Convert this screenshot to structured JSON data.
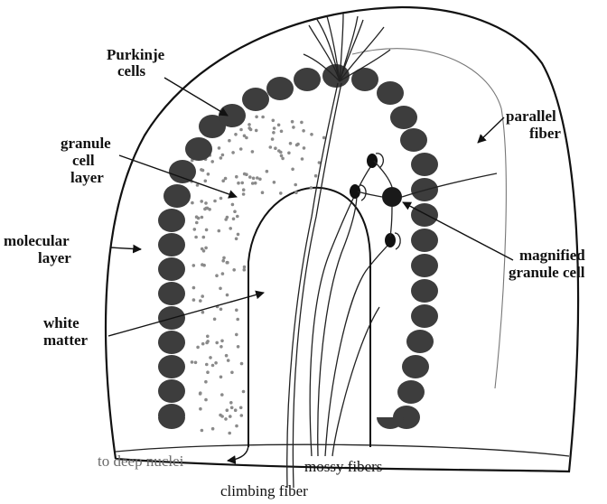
{
  "labels": {
    "purkinje": [
      "Purkinje",
      "cells"
    ],
    "granule_layer": [
      "granule",
      "cell",
      "layer"
    ],
    "molecular_layer": [
      "molecular",
      "layer"
    ],
    "white_matter": [
      "white",
      "matter"
    ],
    "parallel_fiber": [
      "parallel",
      "fiber"
    ],
    "magnified_granule": [
      "magnified",
      "granule cell"
    ],
    "to_deep_nuclei": "to deep nuclei",
    "mossy_fibers": "mossy fibers",
    "climbing_fiber": "climbing fiber"
  },
  "colors": {
    "ink": "#111111",
    "purkinje_cell": "#3d3d3d",
    "granule_dot": "#8a8a8a",
    "muted_text": "#6b6b6b"
  }
}
